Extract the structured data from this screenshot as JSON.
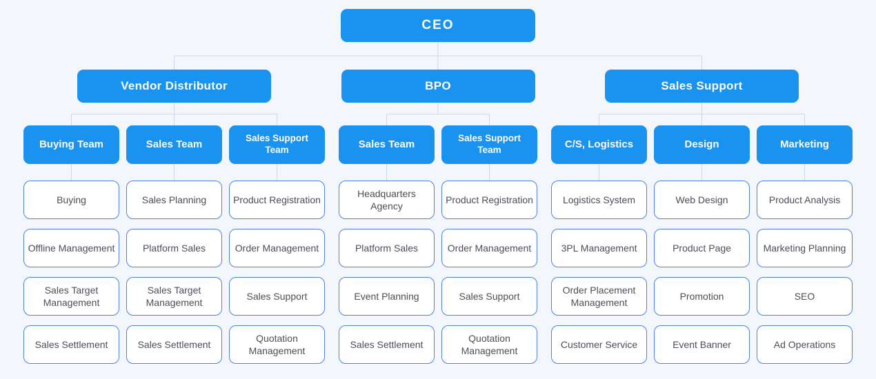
{
  "org": {
    "ceo": {
      "label": "CEO"
    },
    "divisions": [
      {
        "label": "Vendor Distributor",
        "teams": [
          {
            "label": "Buying Team",
            "items": [
              "Buying",
              "Offline Management",
              "Sales Target Management",
              "Sales Settlement"
            ]
          },
          {
            "label": "Sales Team",
            "items": [
              "Sales Planning",
              "Platform Sales",
              "Sales Target Management",
              "Sales Settlement"
            ]
          },
          {
            "label": "Sales Support Team",
            "items": [
              "Product Registration",
              "Order Management",
              "Sales Support",
              "Quotation Management"
            ]
          }
        ]
      },
      {
        "label": "BPO",
        "teams": [
          {
            "label": "Sales Team",
            "items": [
              "Headquarters Agency",
              "Platform Sales",
              "Event Planning",
              "Sales Settlement"
            ]
          },
          {
            "label": "Sales Support Team",
            "items": [
              "Product Registration",
              "Order Management",
              "Sales Support",
              "Quotation Management"
            ]
          }
        ]
      },
      {
        "label": "Sales Support",
        "teams": [
          {
            "label": "C/S, Logistics",
            "items": [
              "Logistics System",
              "3PL Management",
              "Order Placement Management",
              "Customer Service"
            ]
          },
          {
            "label": "Design",
            "items": [
              "Web Design",
              "Product Page",
              "Promotion",
              "Event Banner"
            ]
          },
          {
            "label": "Marketing",
            "items": [
              "Product Analysis",
              "Marketing Planning",
              "SEO",
              "Ad Operations"
            ]
          }
        ]
      }
    ]
  },
  "colors": {
    "node_blue": "#1992f0",
    "item_border": "#4d80e6",
    "item_text": "#4a4f57",
    "connector": "#ccd9ea",
    "background": "#f3f7fc"
  }
}
